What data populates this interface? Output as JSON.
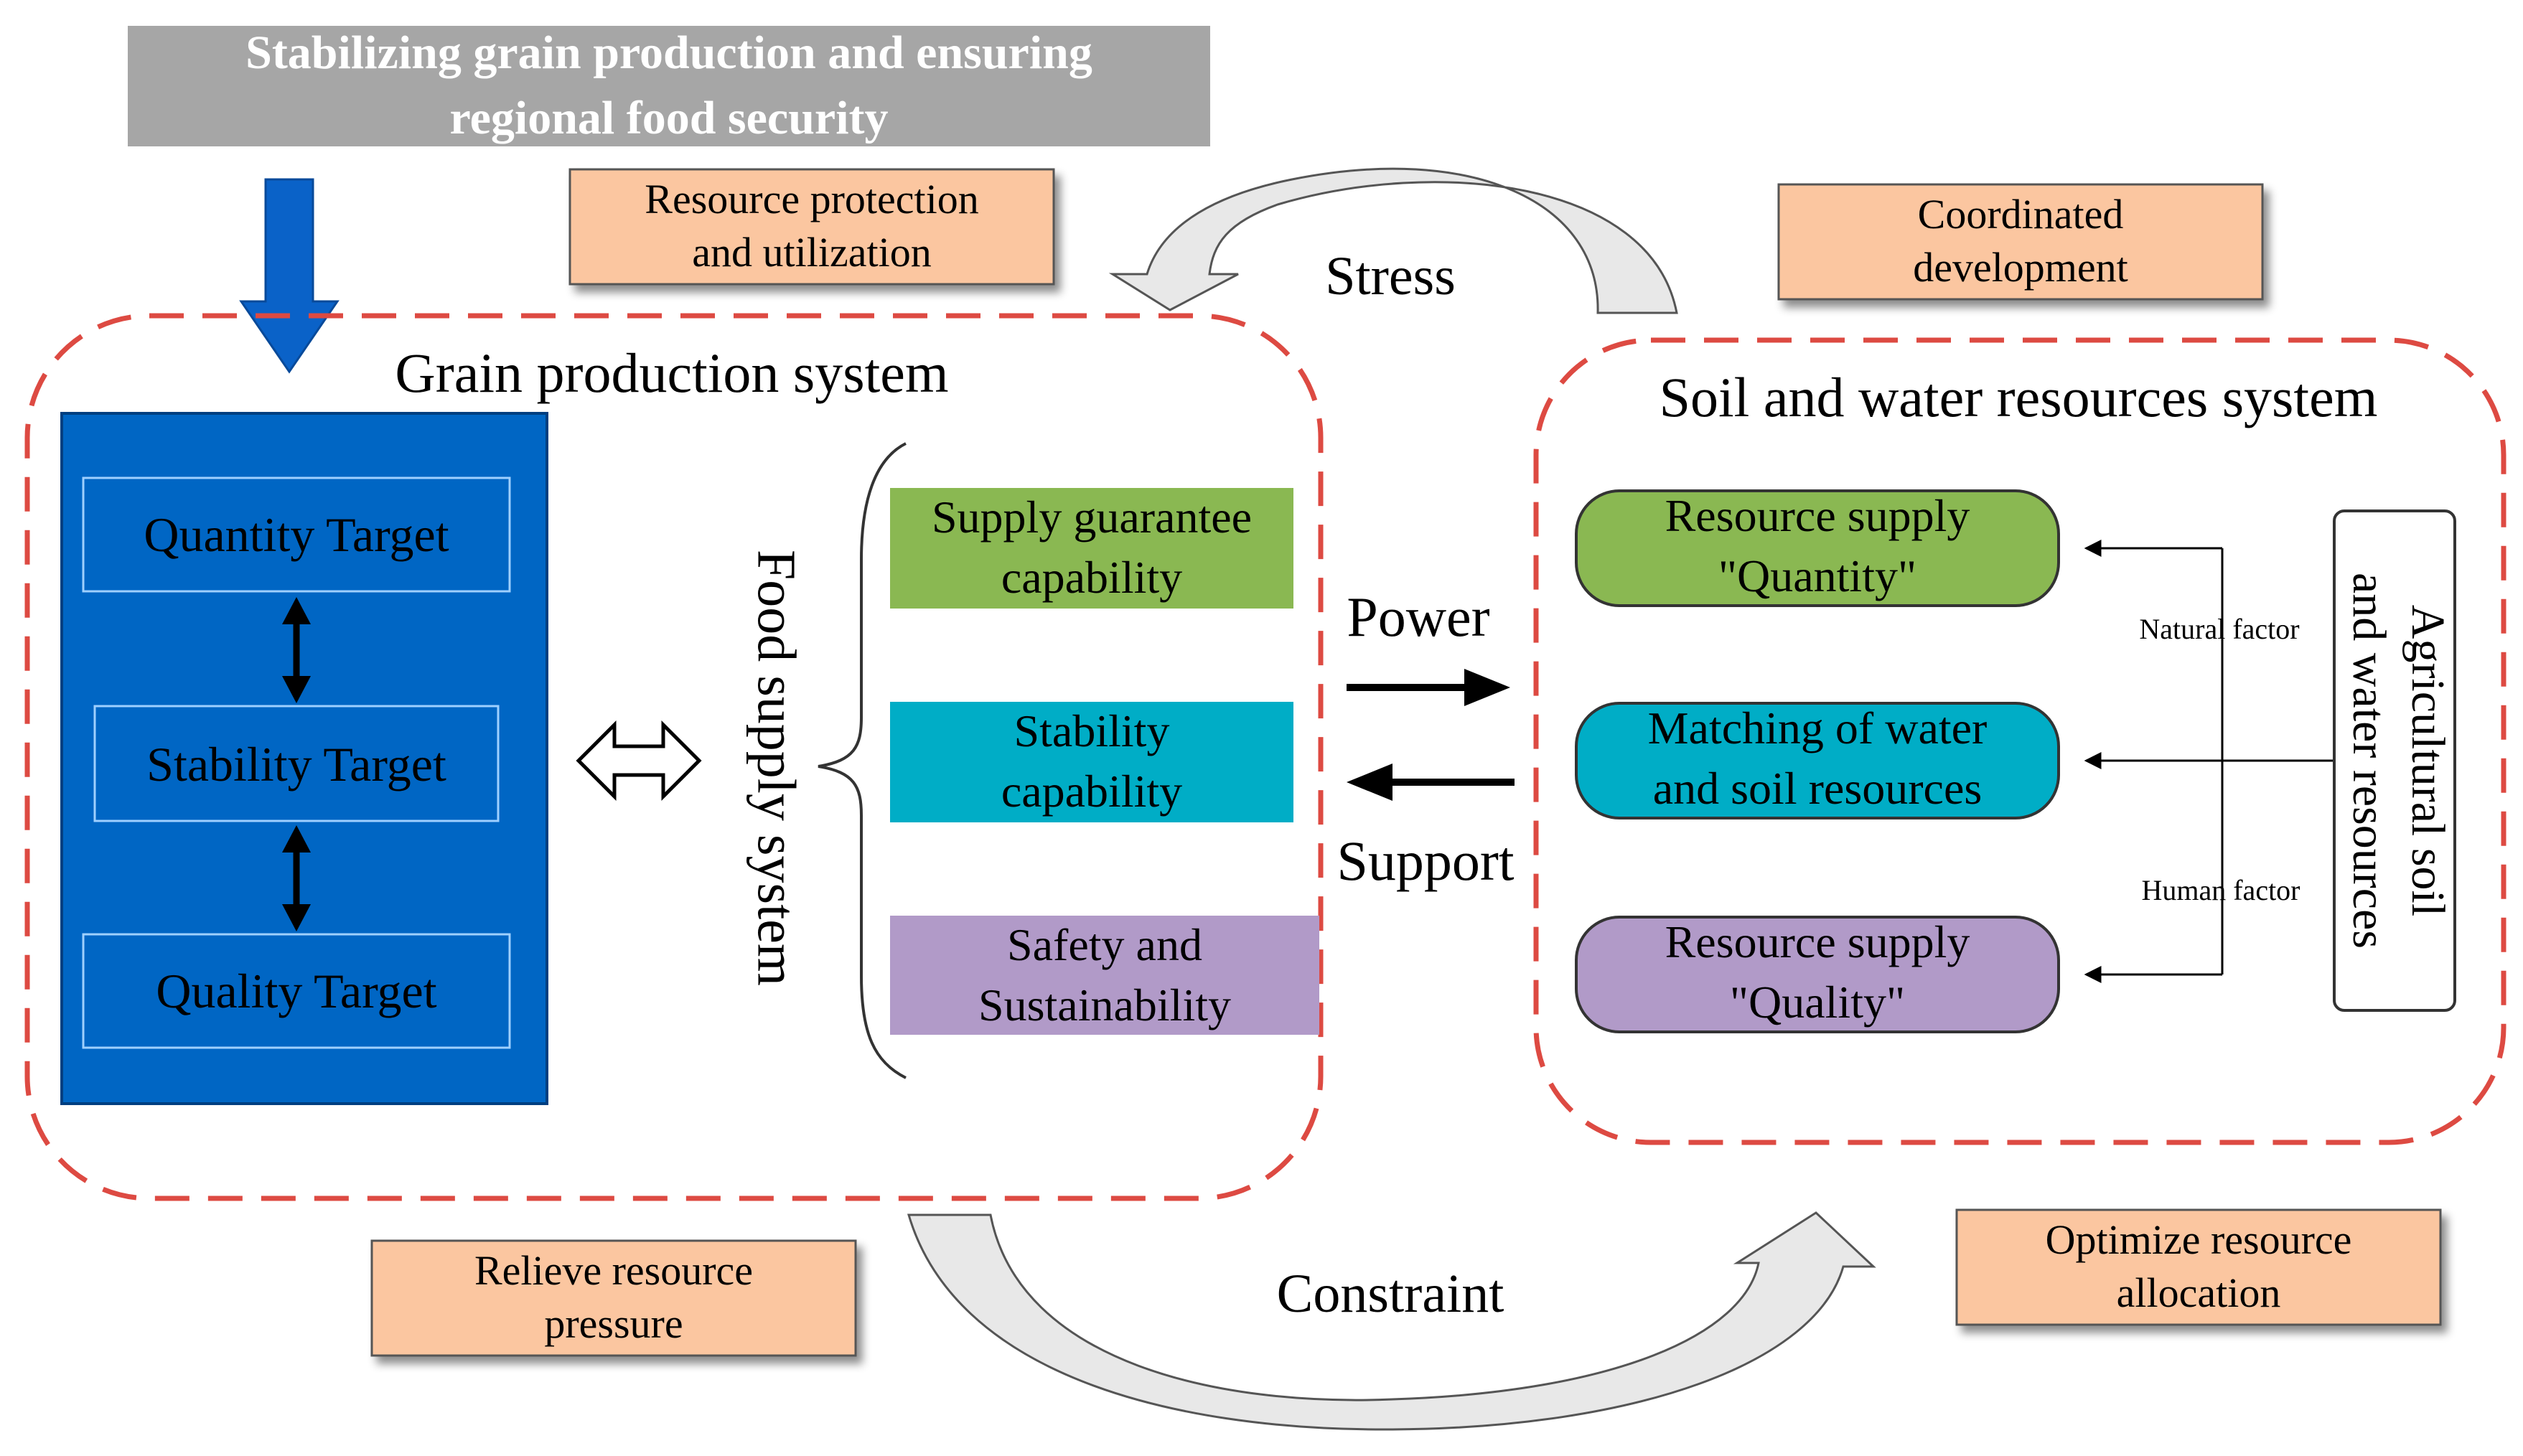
{
  "banner": {
    "line1": "Stabilizing grain production and ensuring",
    "line2": "regional food security"
  },
  "notes": {
    "protection": [
      "Resource protection",
      "and utilization"
    ],
    "coordinated": [
      "Coordinated",
      "development"
    ],
    "relieve": [
      "Relieve resource",
      "pressure"
    ],
    "optimize": [
      "Optimize resource",
      "allocation"
    ]
  },
  "flows": {
    "stress": "Stress",
    "constraint": "Constraint",
    "power": "Power",
    "support": "Support"
  },
  "grain_system": {
    "title": "Grain production system",
    "targets": [
      "Quantity Target",
      "Stability Target",
      "Quality Target"
    ],
    "food_supply_label": "Food supply system",
    "capabilities": [
      [
        "Supply guarantee",
        "capability"
      ],
      [
        "Stability",
        "capability"
      ],
      [
        "Safety and",
        "Sustainability"
      ]
    ]
  },
  "soil_water_system": {
    "title": "Soil and water resources system",
    "resources": [
      [
        "Resource supply",
        "\"Quantity\""
      ],
      [
        "Matching of water",
        "and soil resources"
      ],
      [
        "Resource supply",
        "\"Quality\""
      ]
    ],
    "natural_factor": "Natural factor",
    "human_factor": "Human factor",
    "agri_label": [
      "Agricultural soil",
      "and water resources"
    ]
  },
  "colors": {
    "banner": "#a6a6a6",
    "note": "#fbc6a0",
    "target_panel": "#0066c4",
    "arrow_blue": "#0a62c8",
    "green": "#8ab852",
    "cyan": "#00adc6",
    "purple": "#b19ac8",
    "dashed": "#dd4a42"
  }
}
